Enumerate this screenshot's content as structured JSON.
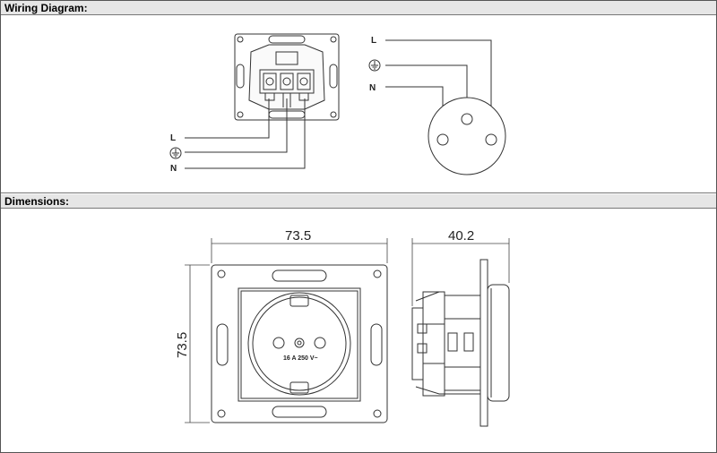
{
  "sections": {
    "wiring_title": "Wiring Diagram:",
    "dimensions_title": "Dimensions:"
  },
  "wiring": {
    "left_labels": {
      "live": "L",
      "neutral": "N"
    },
    "right_labels": {
      "live": "L",
      "neutral": "N"
    },
    "earth_symbol": "earth-ground-icon"
  },
  "dimensions": {
    "front_width": "73.5",
    "front_height": "73.5",
    "side_depth": "40.2",
    "rating": "16 A 250 V~"
  }
}
